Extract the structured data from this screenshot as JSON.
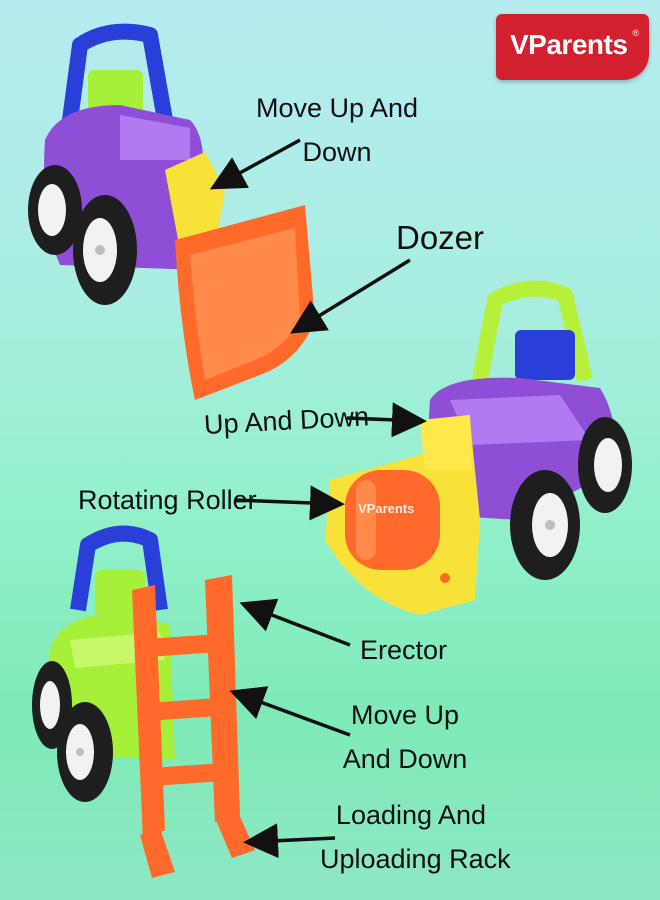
{
  "brand": {
    "logo_text": "VParents",
    "trademark": "®",
    "watermark_text": "VParents"
  },
  "labels": {
    "move_up_down_1_line1": "Move Up And",
    "move_up_down_1_line2": "Down",
    "dozer": "Dozer",
    "up_and_down": "Up And Down",
    "rotating_roller": "Rotating Roller",
    "erector": "Erector",
    "move_up_down_2_line1": "Move Up",
    "move_up_down_2_line2": "And Down",
    "loading_rack_line1": "Loading And",
    "loading_rack_line2": "Uploading Rack"
  },
  "colors": {
    "brand_red": "#d3202e",
    "toy_purple": "#8e4fd6",
    "toy_blue": "#2a3fd8",
    "toy_orange": "#ff6a2a",
    "toy_yellow": "#f7e23a",
    "toy_lime": "#b6f03a",
    "tire_black": "#1e1e1e"
  }
}
